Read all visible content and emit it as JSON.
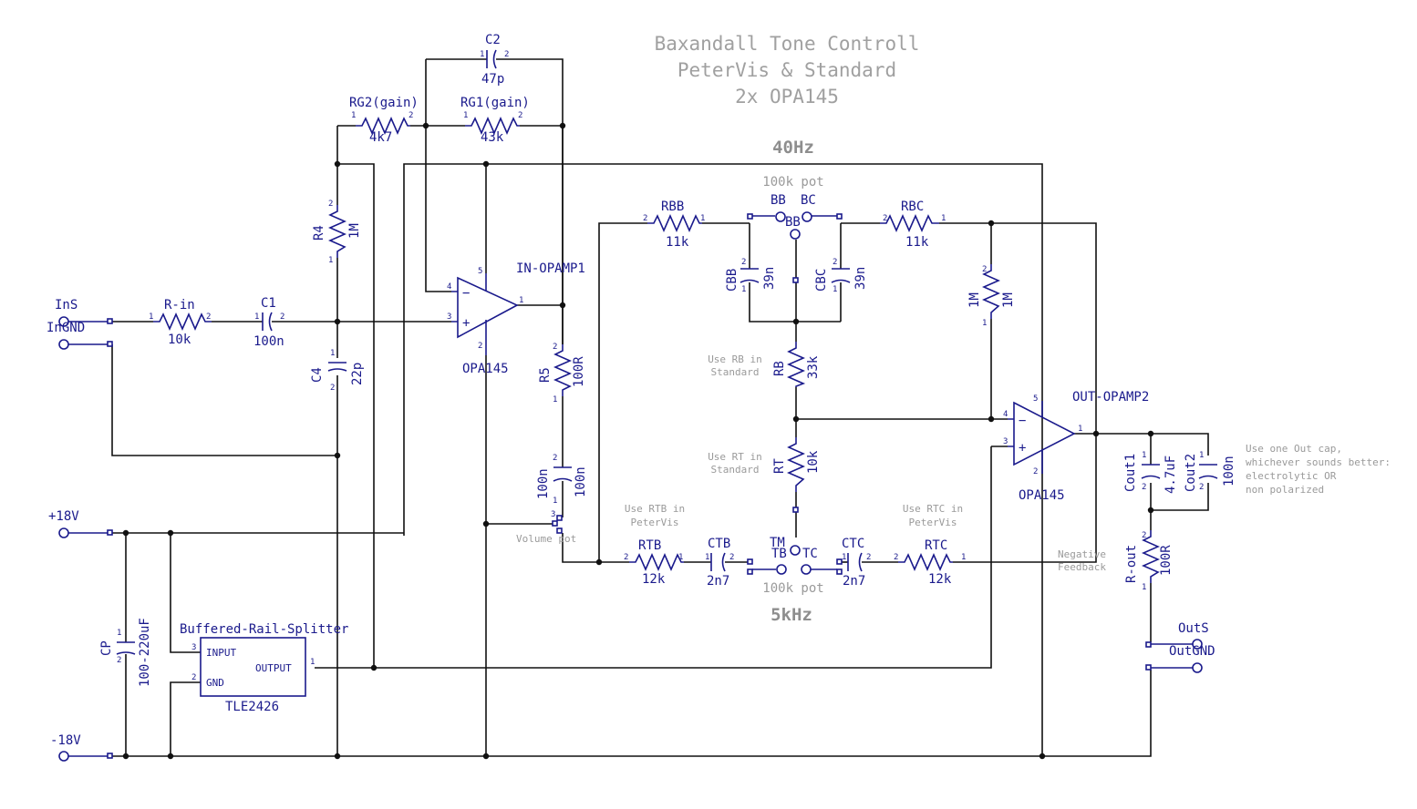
{
  "title": {
    "line1": "Baxandall Tone Controll",
    "line2": "PeterVis & Standard",
    "line3": "2x OPA145"
  },
  "bass_label": "40Hz",
  "treble_label": "5kHz",
  "pot_labels": {
    "bass": "100k pot",
    "treble": "100k pot"
  },
  "ports": {
    "ins": "InS",
    "ingnd": "InGND",
    "plus18": "+18V",
    "minus18": "-18V",
    "outs": "OutS",
    "outgnd": "OutGND"
  },
  "components": {
    "r_in": {
      "name": "R-in",
      "value": "10k"
    },
    "c1": {
      "name": "C1",
      "value": "100n"
    },
    "r4": {
      "name": "R4",
      "value": "1M"
    },
    "c4": {
      "name": "C4",
      "value": "22p"
    },
    "rg2": {
      "name": "RG2(gain)",
      "value": "4k7"
    },
    "rg1": {
      "name": "RG1(gain)",
      "value": "43k"
    },
    "c2": {
      "name": "C2",
      "value": "47p"
    },
    "opamp1": {
      "net": "IN-OPAMP1",
      "part": "OPA145"
    },
    "r5": {
      "name": "R5",
      "value": "100R"
    },
    "cvol": {
      "name": "100n",
      "value": "100n"
    },
    "volume": "Volume pot",
    "rbb": {
      "name": "RBB",
      "value": "11k"
    },
    "rbc": {
      "name": "RBC",
      "value": "11k"
    },
    "cbb": {
      "name": "CBB",
      "value": "39n"
    },
    "cbc": {
      "name": "CBC",
      "value": "39n"
    },
    "rb": {
      "name": "RB",
      "value": "33k"
    },
    "rt": {
      "name": "RT",
      "value": "10k"
    },
    "r1m": {
      "name": "1M",
      "value": "1M"
    },
    "rtb": {
      "name": "RTB",
      "value": "12k"
    },
    "ctb": {
      "name": "CTB",
      "value": "2n7"
    },
    "ctc": {
      "name": "CTC",
      "value": "2n7"
    },
    "rtc": {
      "name": "RTC",
      "value": "12k"
    },
    "pot_b": {
      "bb": "BB",
      "bc": "BC",
      "wiper": "BB"
    },
    "pot_t": {
      "tb": "TB",
      "tc": "TC",
      "wiper": "TM"
    },
    "opamp2": {
      "net": "OUT-OPAMP2",
      "part": "OPA145"
    },
    "cout1": {
      "name": "Cout1",
      "value": "4.7uF"
    },
    "cout2": {
      "name": "Cout2",
      "value": "100n"
    },
    "r_out": {
      "name": "R-out",
      "value": "100R"
    },
    "cp": {
      "name": "CP",
      "value": "100-220uF"
    },
    "splitter": {
      "name": "Buffered-Rail-Splitter",
      "part": "TLE2426",
      "input": "INPUT",
      "gnd": "GND",
      "output": "OUTPUT"
    }
  },
  "notes": {
    "rb": [
      "Use RB in",
      "Standard"
    ],
    "rt": [
      "Use RT in",
      "Standard"
    ],
    "rtb": [
      "Use RTB in",
      "PeterVis"
    ],
    "rtc": [
      "Use RTC in",
      "PeterVis"
    ],
    "feedback": [
      "Negative",
      "Feedback"
    ],
    "outcap": [
      "Use one Out cap,",
      "whichever sounds better:",
      "electrolytic OR",
      "non polarized"
    ]
  }
}
